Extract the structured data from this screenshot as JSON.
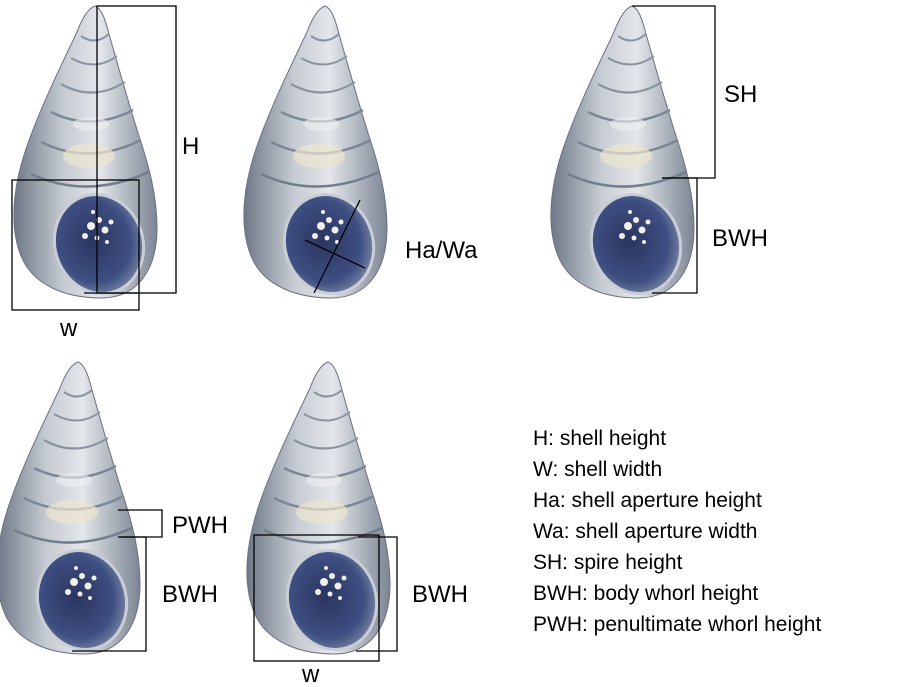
{
  "panels": [
    {
      "id": "p1",
      "labels": [
        "H",
        "w"
      ]
    },
    {
      "id": "p2",
      "labels": [
        "Ha/Wa"
      ]
    },
    {
      "id": "p3",
      "labels": [
        "SH",
        "BWH"
      ]
    },
    {
      "id": "p4",
      "labels": [
        "PWH",
        "BWH"
      ]
    },
    {
      "id": "p5",
      "labels": [
        "BWH",
        "w"
      ]
    }
  ],
  "legend": [
    "H: shell height",
    "W: shell width",
    "Ha: shell aperture height",
    "Wa: shell aperture width",
    "SH: spire height",
    "BWH: body whorl height",
    "PWH: penultimate whorl height"
  ],
  "colors": {
    "shell_light": "#d9dde0",
    "shell_mid": "#9ea6b1",
    "shell_dark": "#5d6677",
    "shell_band": "#c9b98c",
    "aperture_outer": "#3b4a7a",
    "aperture_inner": "#1b2240",
    "aperture_speckle": "#f2efe8",
    "line": "#000000"
  }
}
